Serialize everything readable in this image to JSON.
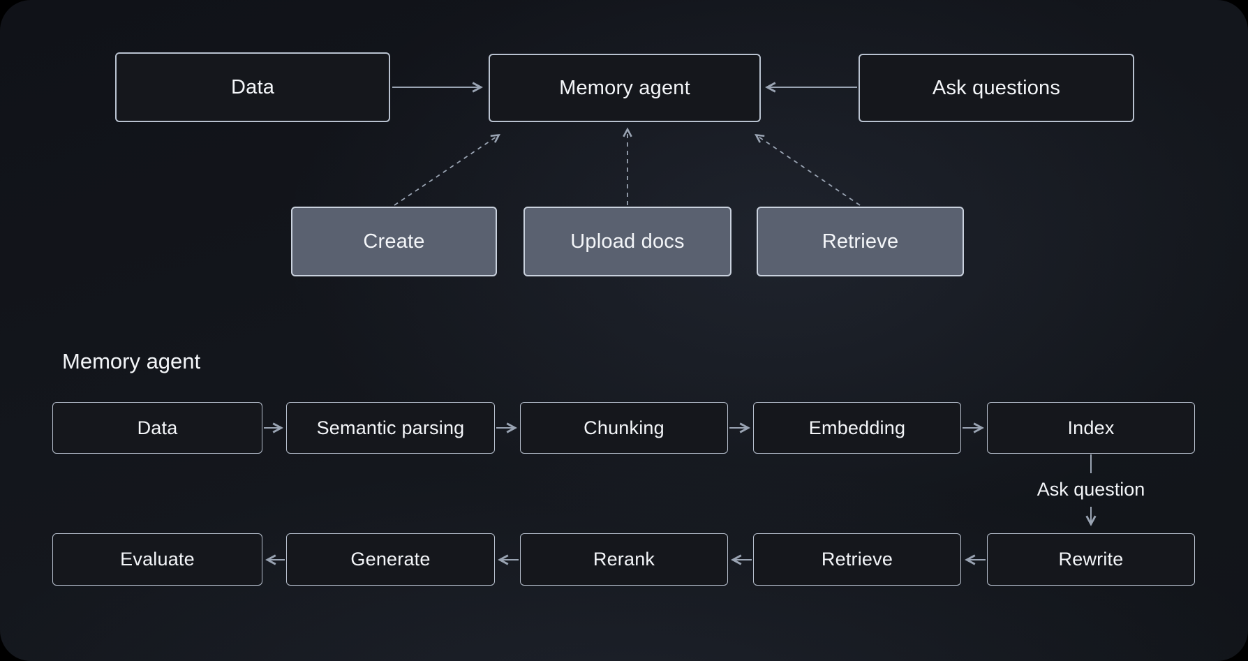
{
  "colors": {
    "background": "#14171d",
    "node_fill": "#15171c",
    "node_border": "#b9c2d0",
    "action_fill": "#5a6170",
    "arrow": "#9aa4b3",
    "text": "#f4f6f9"
  },
  "overview": {
    "nodes": [
      {
        "label": "Data"
      },
      {
        "label": "Memory agent"
      },
      {
        "label": "Ask questions"
      }
    ],
    "actions": [
      {
        "label": "Create"
      },
      {
        "label": "Upload docs"
      },
      {
        "label": "Retrieve"
      }
    ]
  },
  "pipeline": {
    "title": "Memory agent",
    "ingest_row": [
      {
        "label": "Data"
      },
      {
        "label": "Semantic parsing"
      },
      {
        "label": "Chunking"
      },
      {
        "label": "Embedding"
      },
      {
        "label": "Index"
      }
    ],
    "connector_label": "Ask question",
    "query_row": [
      {
        "label": "Evaluate"
      },
      {
        "label": "Generate"
      },
      {
        "label": "Rerank"
      },
      {
        "label": "Retrieve"
      },
      {
        "label": "Rewrite"
      }
    ]
  }
}
